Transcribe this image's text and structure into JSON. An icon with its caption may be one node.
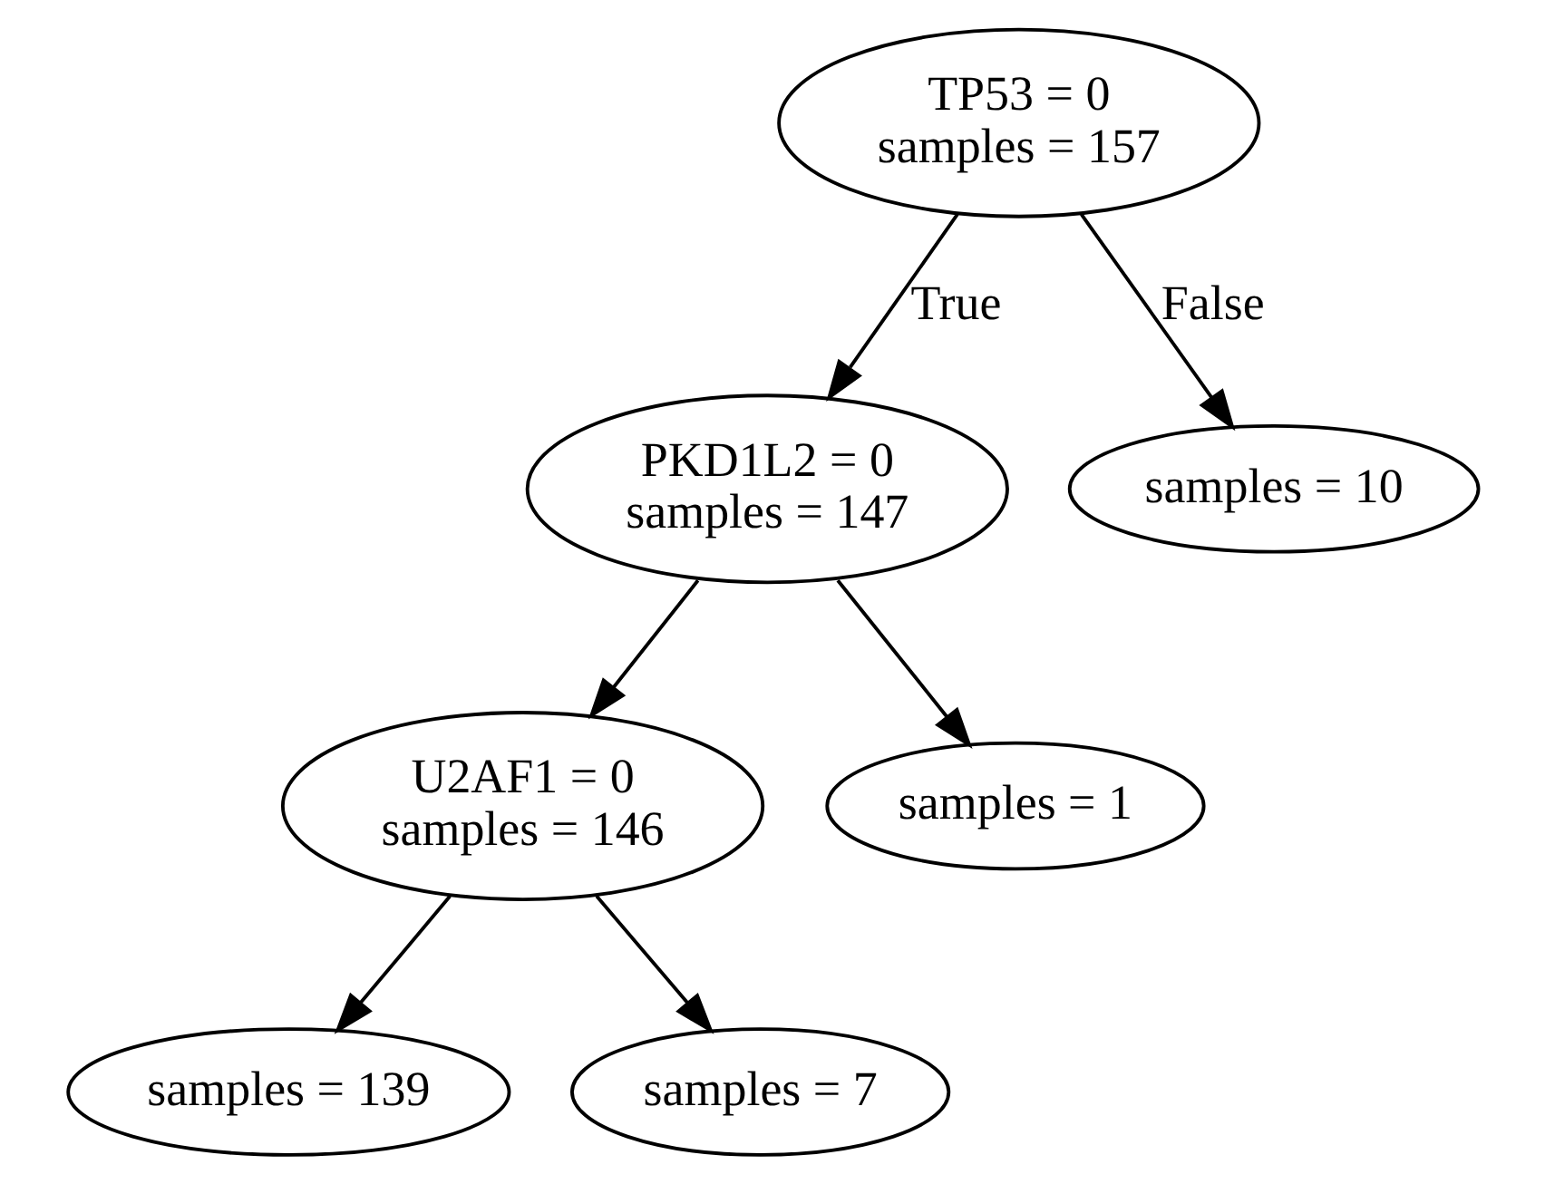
{
  "diagram": {
    "nodes": [
      {
        "text": [
          "TP53 = 0",
          "samples = 157"
        ]
      },
      {
        "text": [
          "PKD1L2 = 0",
          "samples = 147"
        ]
      },
      {
        "text": [
          "samples = 10"
        ]
      },
      {
        "text": [
          "U2AF1 = 0",
          "samples = 146"
        ]
      },
      {
        "text": [
          "samples = 1"
        ]
      },
      {
        "text": [
          "samples = 139"
        ]
      },
      {
        "text": [
          "samples = 7"
        ]
      }
    ],
    "edges": [
      {
        "from": 0,
        "to": 1,
        "arrow": "to",
        "label": "True"
      },
      {
        "from": 0,
        "to": 2,
        "arrow": "to",
        "label": "False"
      },
      {
        "from": 1,
        "to": 3,
        "arrow": "to"
      },
      {
        "from": 1,
        "to": 4,
        "arrow": "to"
      },
      {
        "from": 3,
        "to": 5,
        "arrow": "to"
      },
      {
        "from": 3,
        "to": 6,
        "arrow": "to"
      }
    ]
  }
}
